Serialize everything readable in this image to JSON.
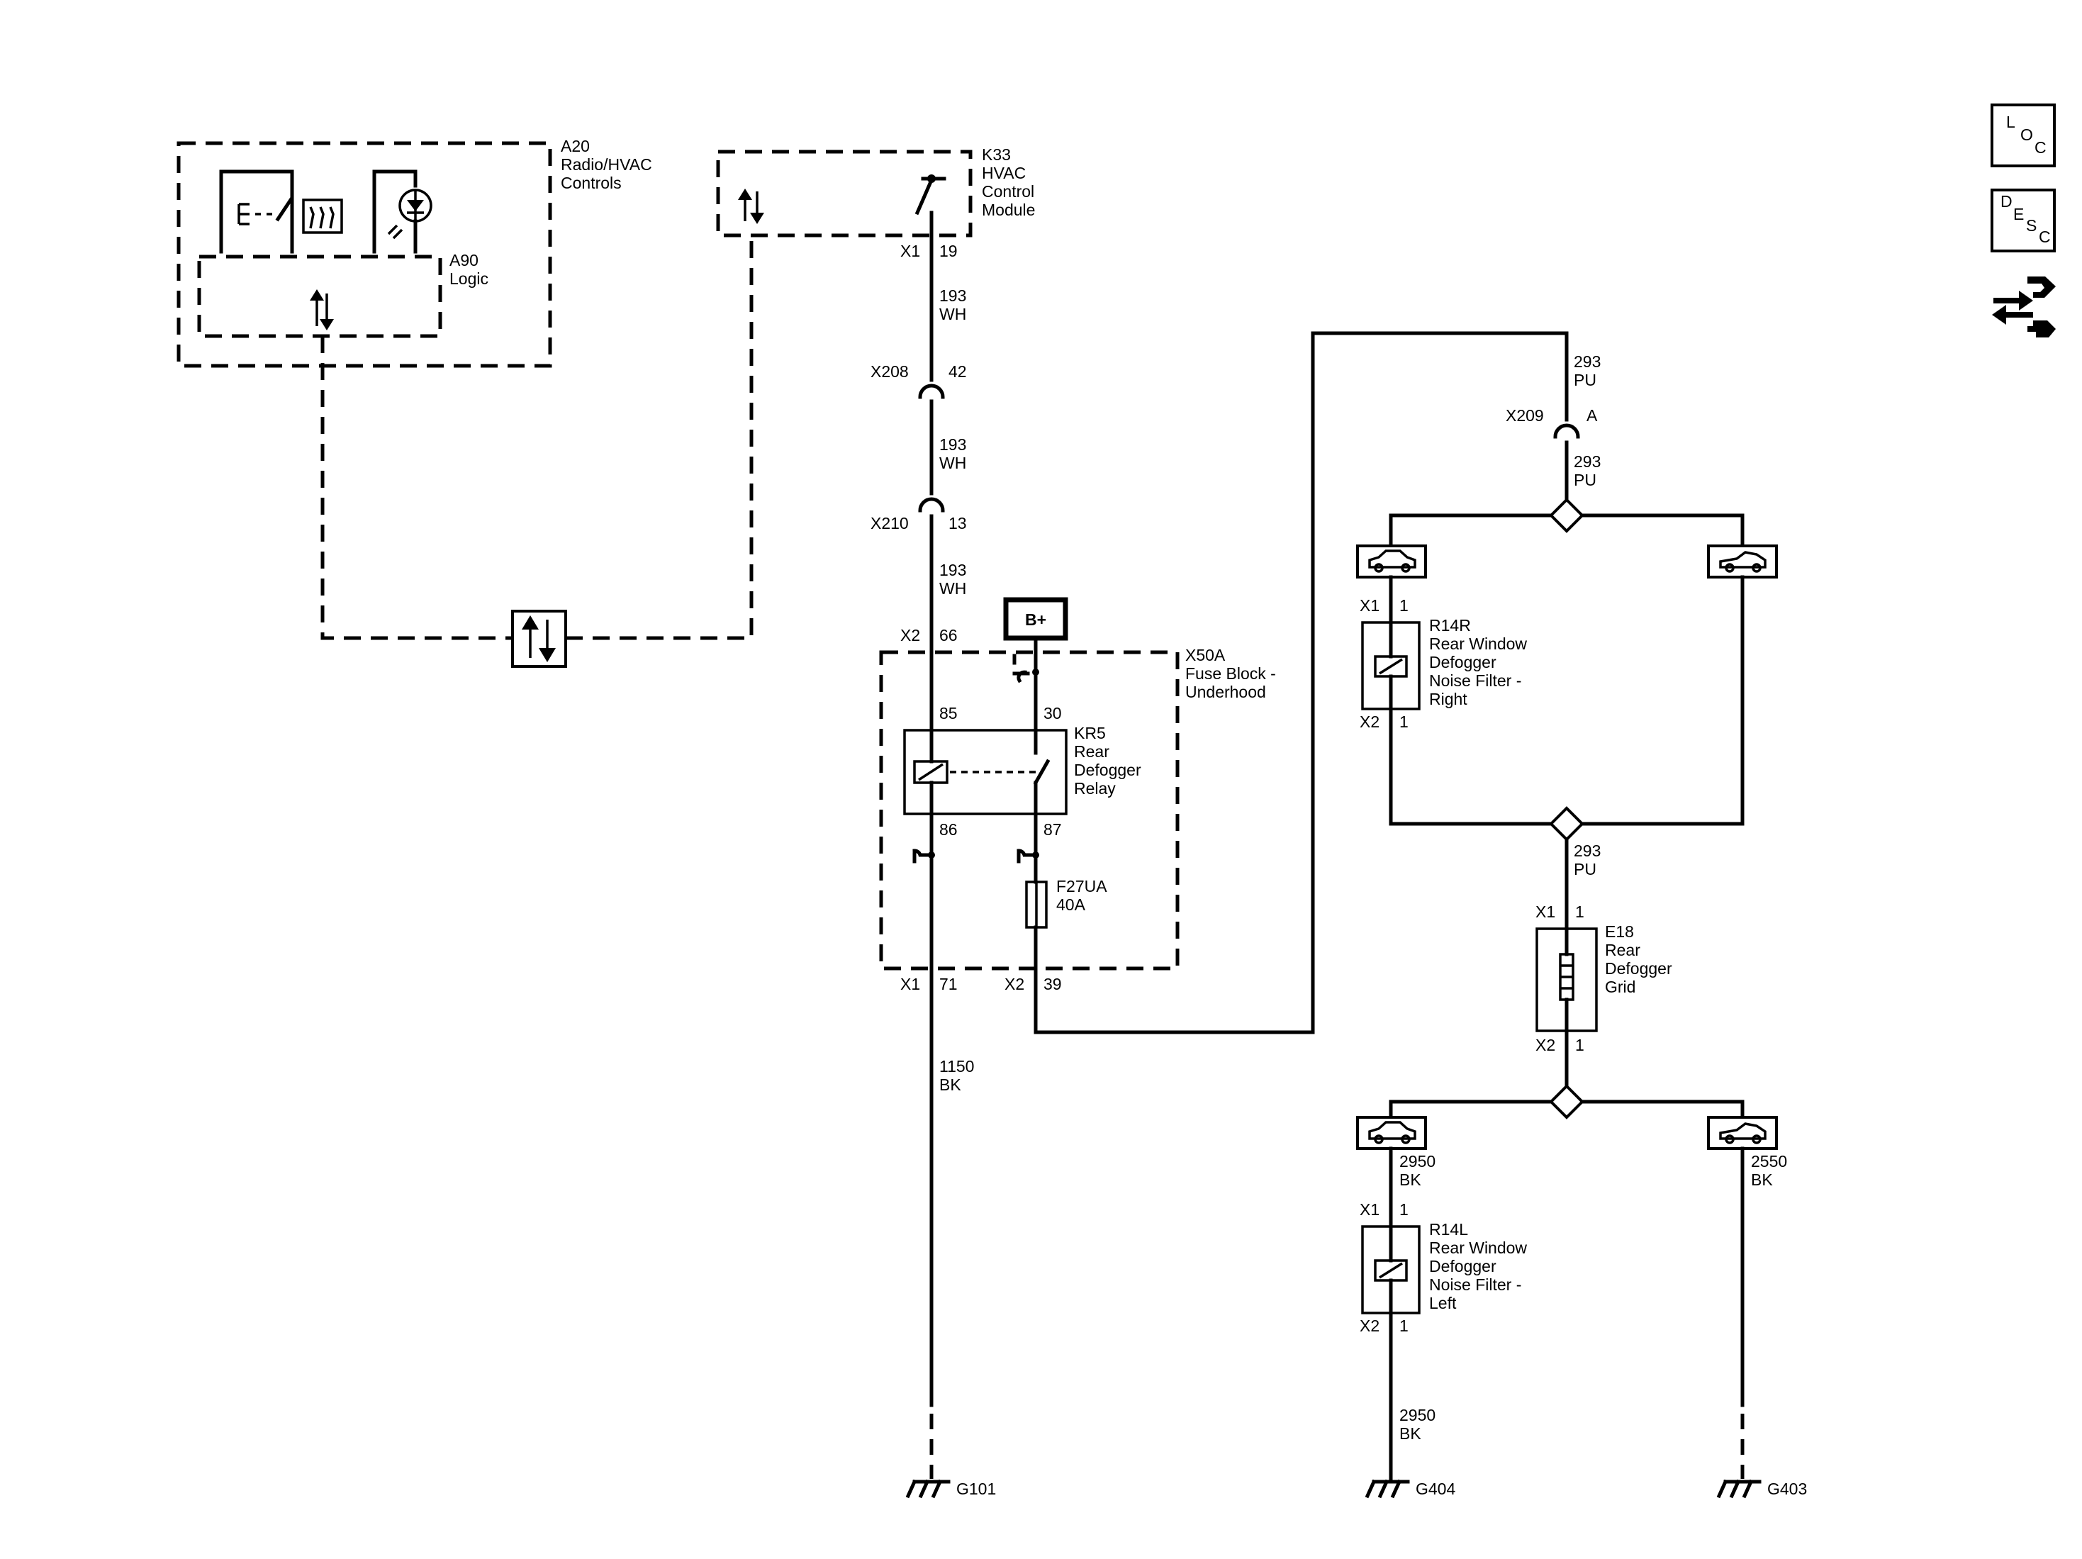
{
  "components": {
    "a20": {
      "id": "A20",
      "line1": "Radio/HVAC",
      "line2": "Controls"
    },
    "a90": {
      "id": "A90",
      "line1": "Logic"
    },
    "k33": {
      "id": "K33",
      "line1": "HVAC",
      "line2": "Control",
      "line3": "Module"
    },
    "x50a": {
      "id": "X50A",
      "line1": "Fuse Block -",
      "line2": "Underhood"
    },
    "kr5": {
      "id": "KR5",
      "line1": "Rear",
      "line2": "Defogger",
      "line3": "Relay"
    },
    "f27ua": {
      "id": "F27UA",
      "rating": "40A"
    },
    "r14r": {
      "id": "R14R",
      "line1": "Rear Window",
      "line2": "Defogger",
      "line3": "Noise Filter -",
      "line4": "Right"
    },
    "r14l": {
      "id": "R14L",
      "line1": "Rear Window",
      "line2": "Defogger",
      "line3": "Noise Filter -",
      "line4": "Left"
    },
    "e18": {
      "id": "E18",
      "line1": "Rear",
      "line2": "Defogger",
      "line3": "Grid"
    },
    "bplus": {
      "label": "B+"
    }
  },
  "connectors": {
    "k33_x1": {
      "conn": "X1",
      "pin": "19"
    },
    "x208": {
      "conn": "X208",
      "pin": "42"
    },
    "x210": {
      "conn": "X210",
      "pin": "13"
    },
    "x50a_x2_66": {
      "conn": "X2",
      "pin": "66"
    },
    "x50a_x1_71": {
      "conn": "X1",
      "pin": "71"
    },
    "x50a_x2_39": {
      "conn": "X2",
      "pin": "39"
    },
    "x209": {
      "conn": "X209",
      "pin": "A"
    },
    "r14r_x1": {
      "conn": "X1",
      "pin": "1"
    },
    "r14r_x2": {
      "conn": "X2",
      "pin": "1"
    },
    "e18_x1": {
      "conn": "X1",
      "pin": "1"
    },
    "e18_x2": {
      "conn": "X2",
      "pin": "1"
    },
    "r14l_x1": {
      "conn": "X1",
      "pin": "1"
    },
    "r14l_x2": {
      "conn": "X2",
      "pin": "1"
    }
  },
  "relay_pins": {
    "p85": "85",
    "p86": "86",
    "p30": "30",
    "p87": "87"
  },
  "wires": {
    "w193a": {
      "num": "193",
      "color": "WH"
    },
    "w193b": {
      "num": "193",
      "color": "WH"
    },
    "w193c": {
      "num": "193",
      "color": "WH"
    },
    "w1150": {
      "num": "1150",
      "color": "BK"
    },
    "w293a": {
      "num": "293",
      "color": "PU"
    },
    "w293b": {
      "num": "293",
      "color": "PU"
    },
    "w293c": {
      "num": "293",
      "color": "PU"
    },
    "w2950a": {
      "num": "2950",
      "color": "BK"
    },
    "w2950b": {
      "num": "2950",
      "color": "BK"
    },
    "w2550": {
      "num": "2550",
      "color": "BK"
    }
  },
  "grounds": {
    "g101": "G101",
    "g404": "G404",
    "g403": "G403"
  },
  "nav_icons": {
    "loc": {
      "l1": "L",
      "l2": "O",
      "l3": "C"
    },
    "desc": {
      "l1": "D",
      "l2": "E",
      "l3": "S",
      "l4": "C"
    }
  }
}
